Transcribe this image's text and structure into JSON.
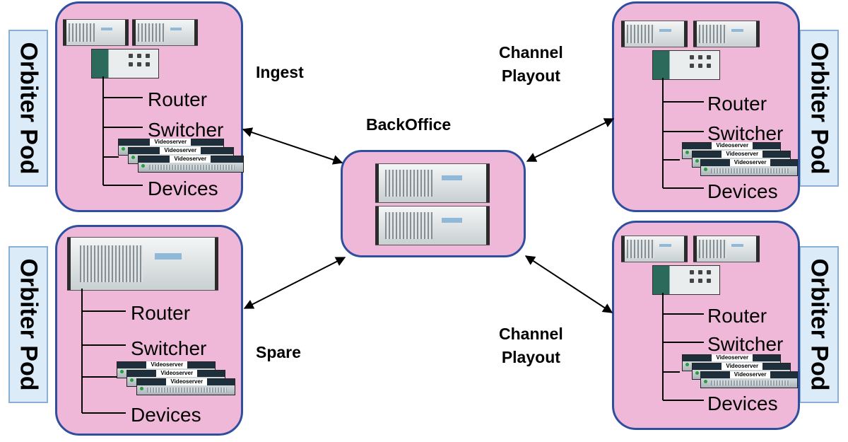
{
  "labels": {
    "pod_tab": "Orbiter Pod",
    "router": "Router",
    "switcher": "Switcher",
    "devices": "Devices",
    "videoserver": "Videoserver"
  },
  "roles": {
    "ingest": "Ingest",
    "channel_playout_1_line1": "Channel",
    "channel_playout_1_line2": "Playout",
    "backoffice": "BackOffice",
    "spare": "Spare",
    "channel_playout_2_line1": "Channel",
    "channel_playout_2_line2": "Playout"
  },
  "colors": {
    "pod_fill": "#f0b8d8",
    "pod_border": "#2f4f9e",
    "tab_fill": "#dcebf8",
    "arrow": "#000000"
  }
}
